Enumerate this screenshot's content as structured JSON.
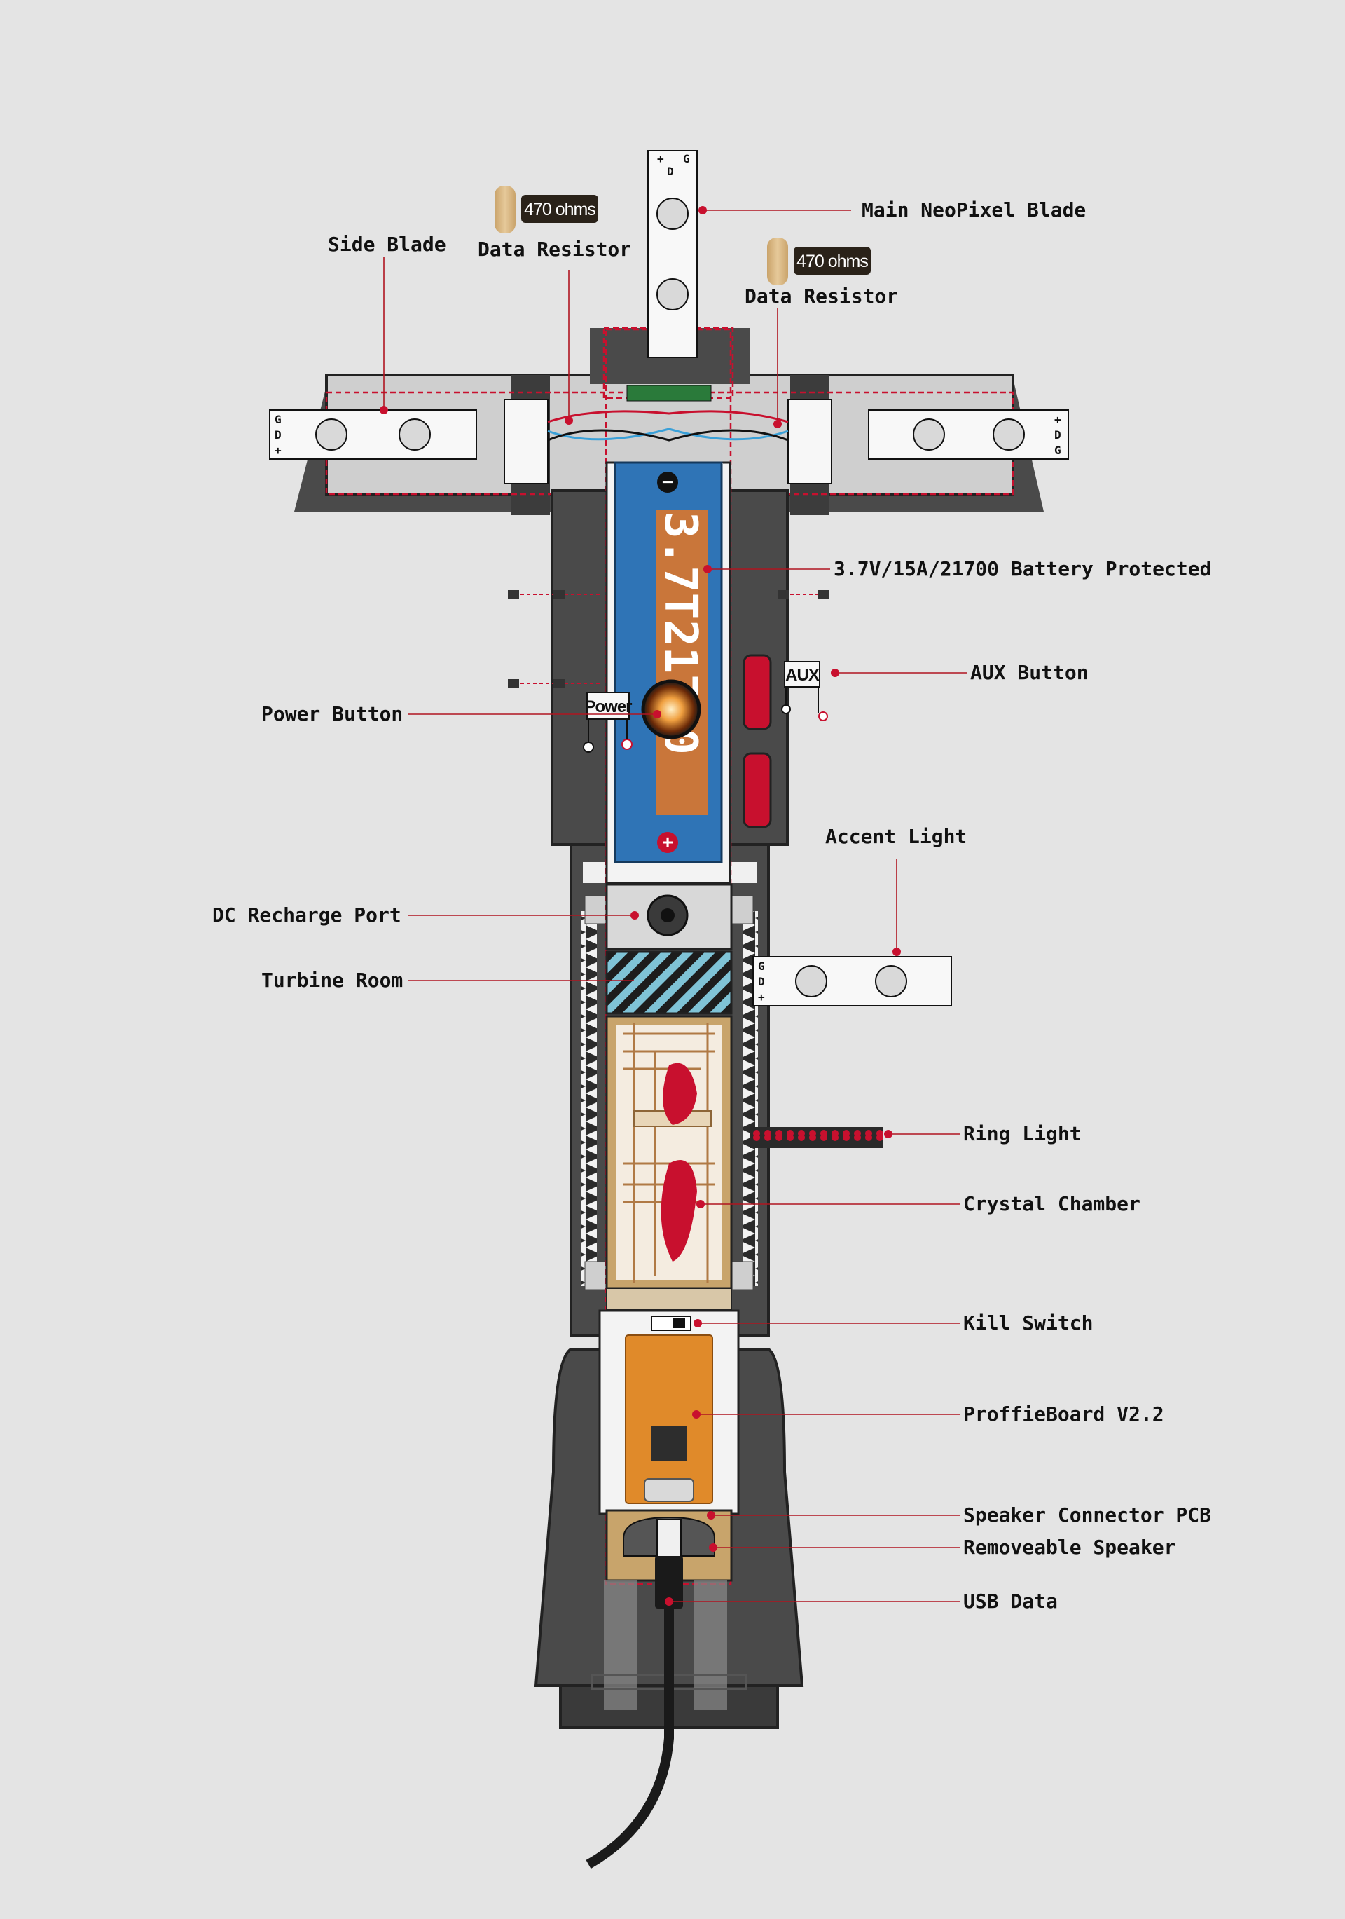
{
  "diagram": {
    "resistor_tags": [
      "470 ohms",
      "470 ohms"
    ],
    "button_chips": {
      "power": "Power",
      "aux": "AUX"
    },
    "battery_text": "3.7T21700",
    "polarity": {
      "minus": "−",
      "plus": "+"
    },
    "pin_letters": {
      "g": "G",
      "d": "D",
      "plus": "+"
    },
    "callouts": [
      {
        "id": "main-neopixel-blade",
        "text": "Main NeoPixel Blade"
      },
      {
        "id": "side-blade",
        "text": "Side Blade"
      },
      {
        "id": "data-resistor-left",
        "text": "Data Resistor"
      },
      {
        "id": "data-resistor-right",
        "text": "Data Resistor"
      },
      {
        "id": "battery",
        "text": "3.7V/15A/21700 Battery Protected"
      },
      {
        "id": "aux-button",
        "text": "AUX Button"
      },
      {
        "id": "power-button",
        "text": "Power Button"
      },
      {
        "id": "accent-light",
        "text": "Accent Light"
      },
      {
        "id": "dc-recharge-port",
        "text": "DC Recharge Port"
      },
      {
        "id": "turbine-room",
        "text": "Turbine Room"
      },
      {
        "id": "ring-light",
        "text": "Ring Light"
      },
      {
        "id": "crystal-chamber",
        "text": "Crystal Chamber"
      },
      {
        "id": "kill-switch",
        "text": "Kill Switch"
      },
      {
        "id": "proffieboard",
        "text": "ProffieBoard V2.2"
      },
      {
        "id": "speaker-connector-pcb",
        "text": "Speaker Connector PCB"
      },
      {
        "id": "removeable-speaker",
        "text": "Removeable Speaker"
      },
      {
        "id": "usb-data",
        "text": "USB Data"
      }
    ]
  }
}
